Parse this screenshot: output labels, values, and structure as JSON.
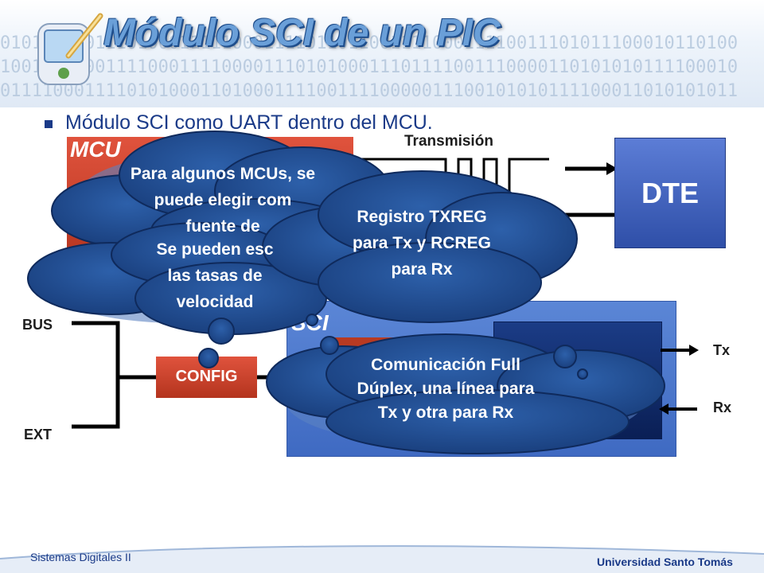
{
  "title": "Módulo SCI de un PIC",
  "bullets": [
    "Módulo SCI como UART dentro del MCU."
  ],
  "diagram": {
    "mcu_label": "MCU",
    "transmision_label": "Transmisión",
    "dte_label": "DTE",
    "sci_label": "SCI",
    "config_label": "CONFIG",
    "bus_label": "BUS",
    "ext_label": "EXT",
    "tx_label": "Tx",
    "rx_label": "Rx"
  },
  "callouts": {
    "c1": [
      "Para algunos MCUs, se",
      "puede elegir com",
      "fuente de"
    ],
    "c2": [
      "Registro TXREG",
      "para Tx y RCREG",
      "para Rx"
    ],
    "c3": [
      "Se pueden esc",
      "las tasas de",
      "velocidad"
    ],
    "c4": [
      "Comunicación Full",
      "Dúplex, una línea para",
      "Tx y otra para Rx"
    ]
  },
  "footer": {
    "left": "Sistemas Digitales II",
    "right": "Universidad Santo Tomás"
  },
  "colors": {
    "title": "#6a9fd8",
    "bullet": "#1a3a88",
    "mcu_red": "#c0402a",
    "dte_blue": "#3c5cb8",
    "cloud": "#1f4a8f"
  }
}
